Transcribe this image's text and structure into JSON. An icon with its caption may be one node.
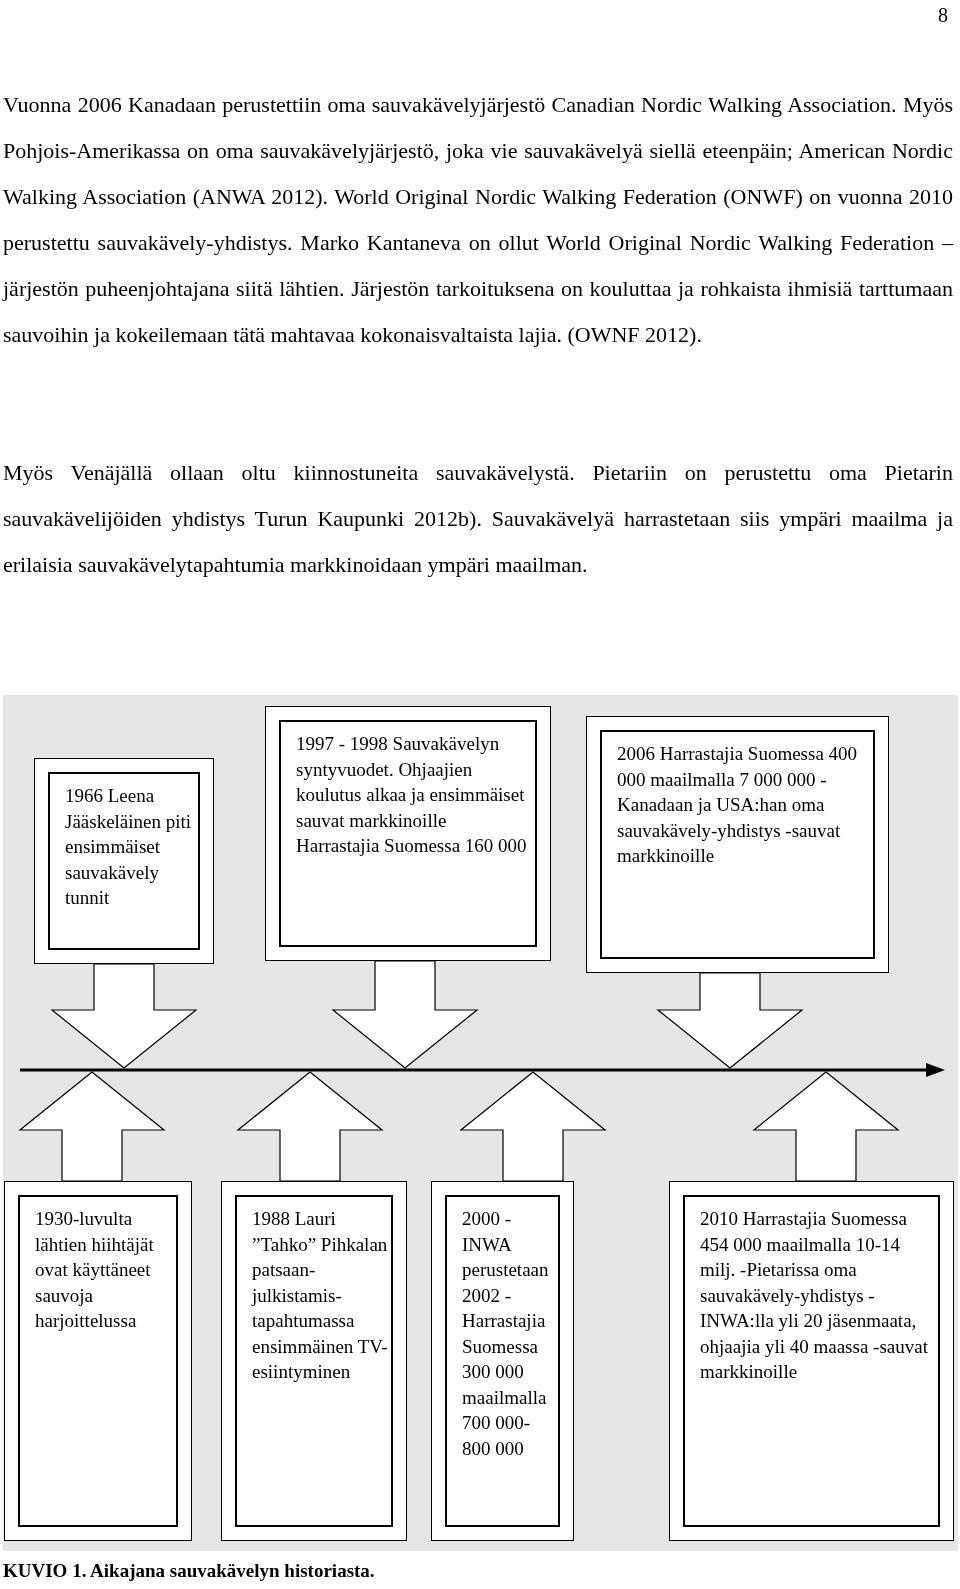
{
  "diagram": {
    "caption": "KUVIO 1. Aikajana sauvakävelyn historiasta.",
    "nodes": [
      {
        "text": [
          "1966 Leena Jääskeläinen piti ensimmäiset sauvakävely tunnit"
        ]
      },
      {
        "text": [
          "1997 - 1998 Sauvakävelyn syntyvuodet. Ohjaajien koulutus alkaa ja ensimmäiset sauvat markkinoille Harrastajia Suomessa 160 000"
        ]
      },
      {
        "text": [
          "2006 Harrastajia Suomessa 400 000 maailmalla 7 000 000 - Kanadaan ja USA:han oma sauvakävely-yhdistys -sauvat markkinoille"
        ]
      },
      {
        "text": [
          "1930-luvulta lähtien hiihtäjät ovat käyttäneet sauvoja harjoittelussa"
        ]
      },
      {
        "text": [
          "1988 Lauri ”Tahko” Pihkalan patsaan-julkistamis-tapahtumassa ensimmäinen TV-esiintyminen"
        ]
      },
      {
        "text": [
          "2000 - INWA perustetaan 2002 -Harrastajia Suomessa 300 000 maailmalla 700 000-800 000"
        ]
      },
      {
        "text": [
          "2010 Harrastajia Suomessa 454 000 maailmalla 10-14 milj. -Pietarissa oma sauvakävely-yhdistys -INWA:lla yli 20 jäsenmaata, ohjaajia yli 40 maassa -sauvat markkinoille"
        ]
      }
    ],
    "edges": [
      {
        "from": 0,
        "to": null,
        "arrow": "to"
      },
      {
        "from": 1,
        "to": null,
        "arrow": "to"
      },
      {
        "from": 2,
        "to": null,
        "arrow": "to"
      },
      {
        "from": 3,
        "to": null,
        "arrow": "to"
      },
      {
        "from": 4,
        "to": null,
        "arrow": "to"
      },
      {
        "from": 5,
        "to": null,
        "arrow": "to"
      },
      {
        "from": 6,
        "to": null,
        "arrow": "to"
      }
    ],
    "labels": [
      "8",
      "Vuonna 2006 Kanadaan perustettiin oma sauvakävelyjärjestö Canadian Nordic Walking Association. Myös Pohjois-Amerikassa on oma sauvakävelyjärjestö, joka vie sauvakävelyä siellä eteenpäin; American Nordic Walking Association (ANWA 2012). World Original Nordic Walking Federation (ONWF) on vuonna 2010 perustettu sauvakävely-yhdistys. Marko Kantaneva on ollut World Original Nordic Walking Federation – järjestön puheenjohtajana siitä lähtien. Järjestön tarkoituksena on kouluttaa ja rohkaista ihmisiä tarttumaan sauvoihin ja kokeilemaan tätä mahtavaa kokonaisvaltaista lajia. (OWNF 2012).",
      "Myös Venäjällä ollaan oltu kiinnostuneita sauvakävelystä. Pietariin on perustettu oma Pietarin sauvakävelijöiden yhdistys Turun Kaupunki 2012b). Sauvakävelyä harrastetaan siis ympäri maailma ja erilaisia sauvakävelytapahtumia markkinoidaan ympäri maailman."
    ]
  }
}
